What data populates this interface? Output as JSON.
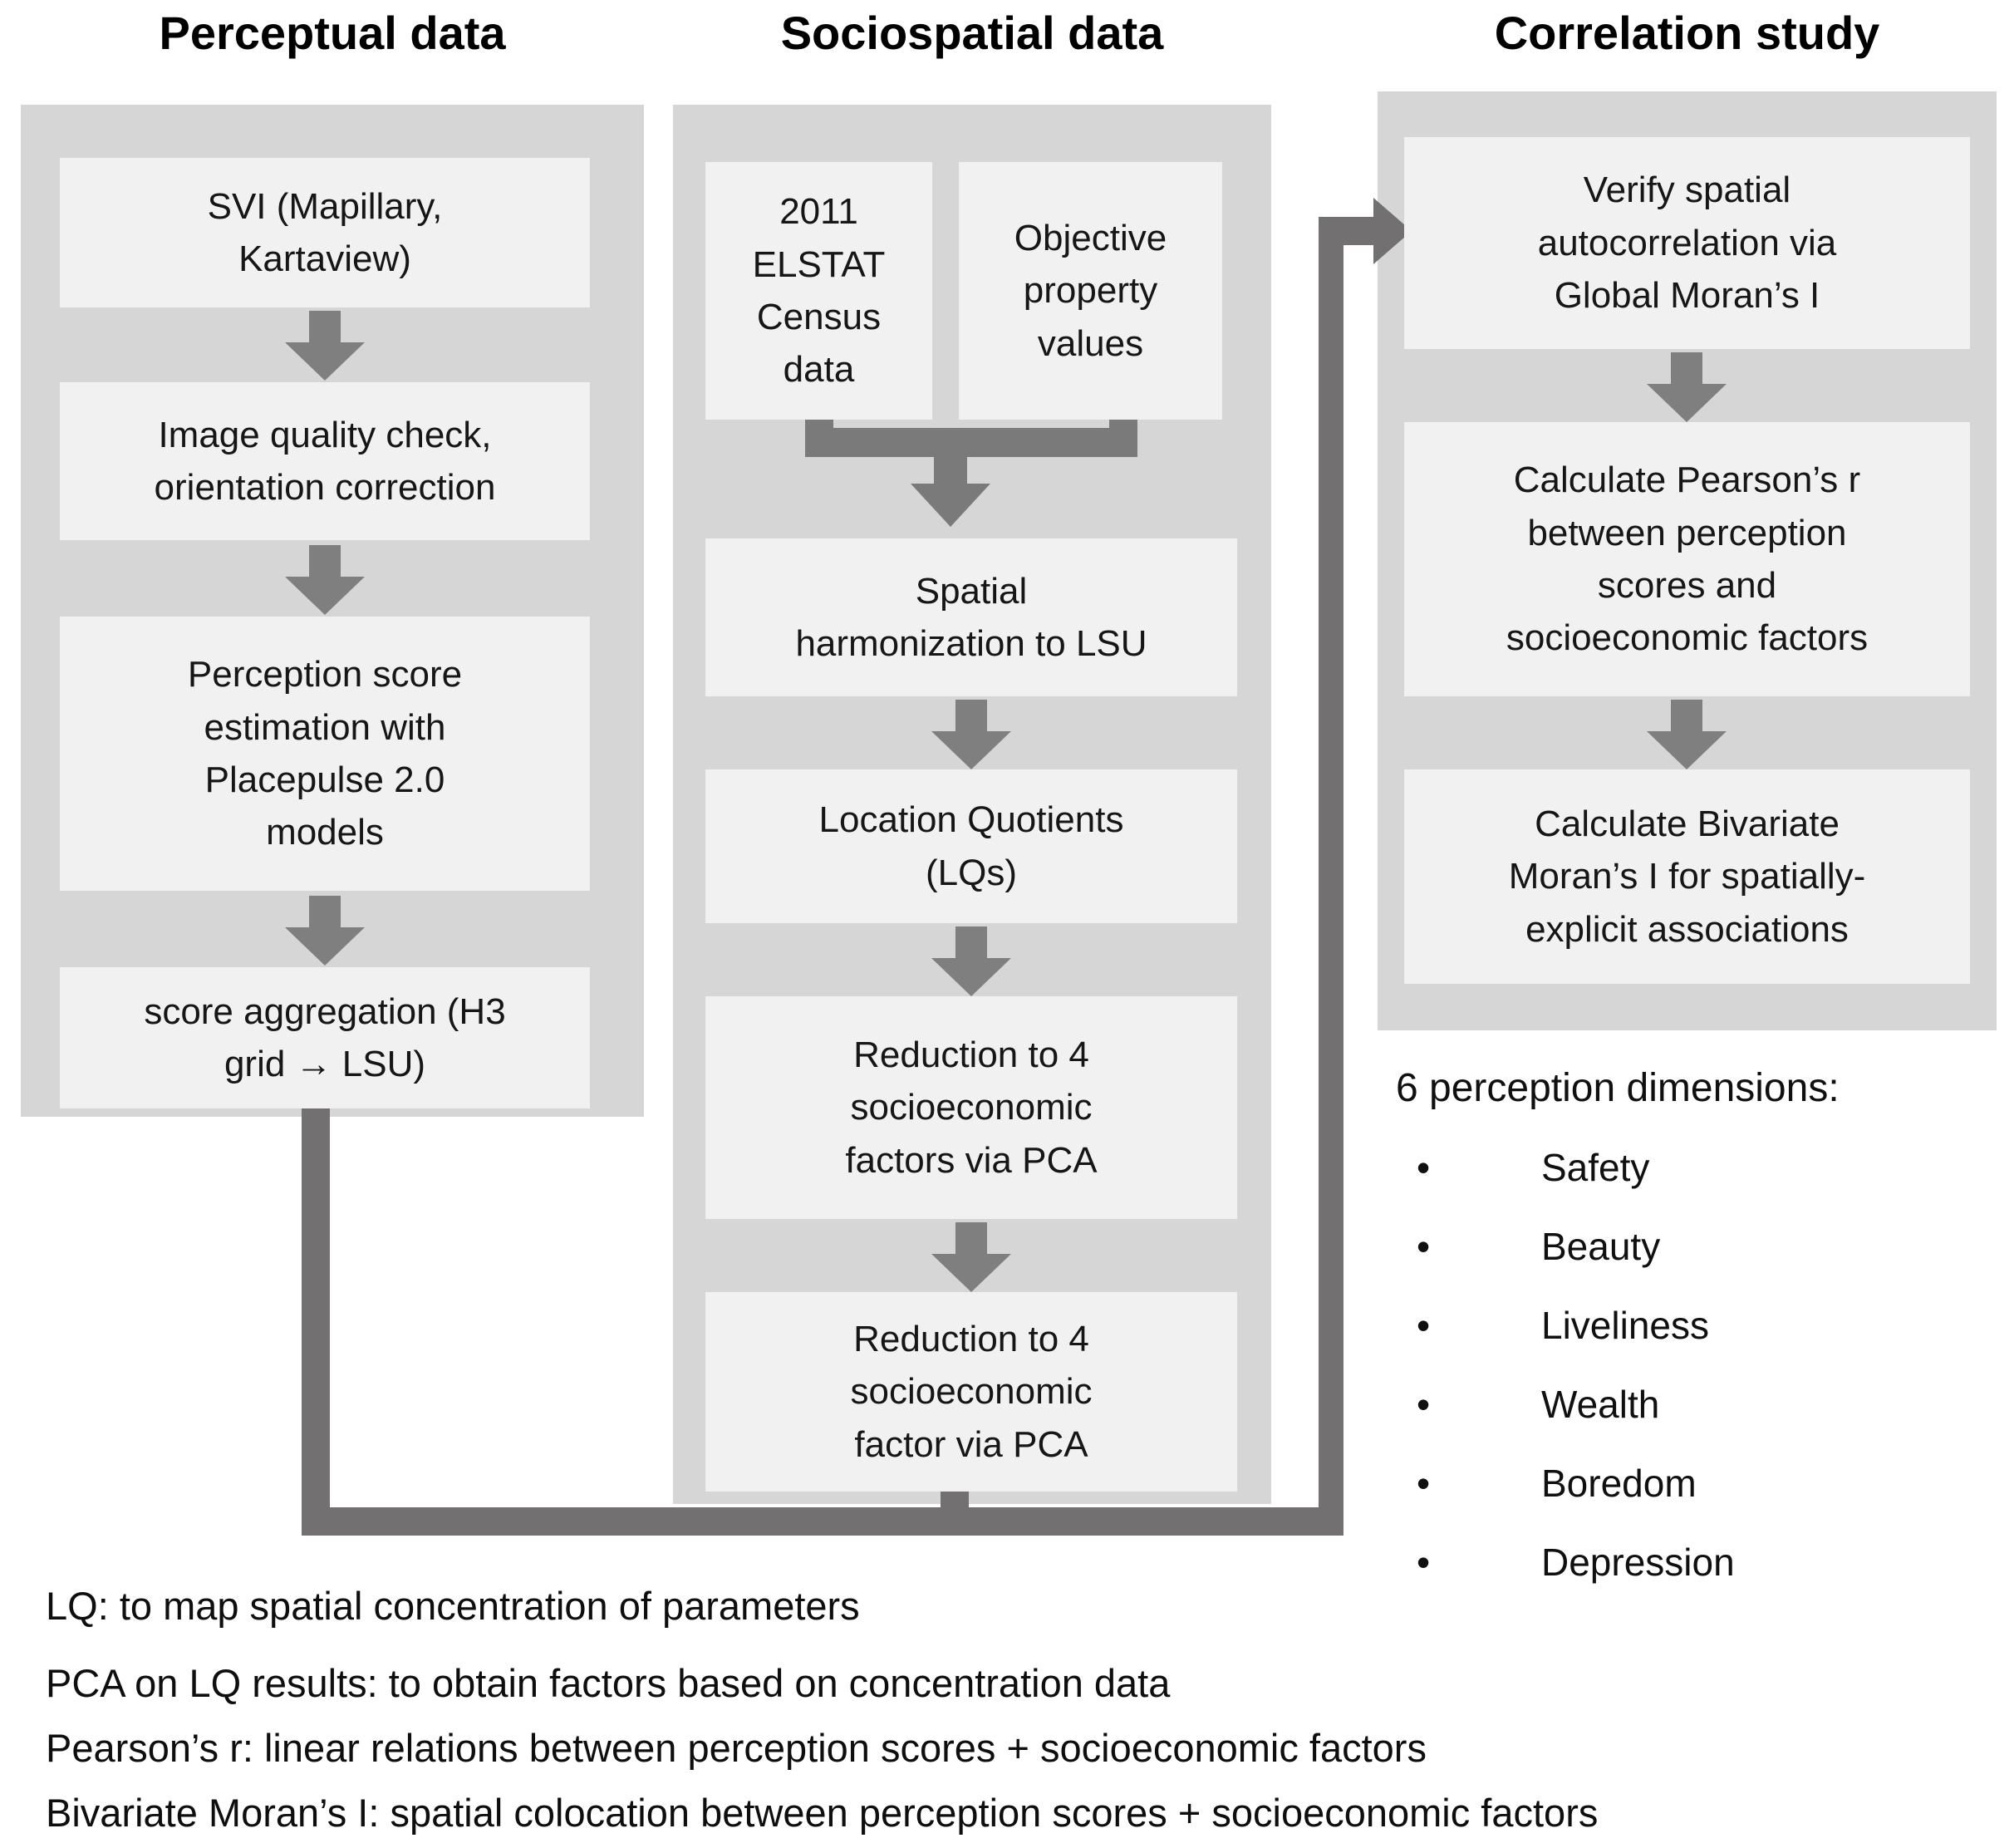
{
  "columns": {
    "perceptual": {
      "title": "Perceptual data",
      "boxes": [
        "SVI (Mapillary,\nKartaview)",
        "Image quality check,\norientation correction",
        "Perception score\nestimation with\nPlacepulse 2.0\nmodels",
        "score aggregation (H3\ngrid → LSU)"
      ]
    },
    "sociospatial": {
      "title": "Sociospatial data",
      "source_boxes": [
        "2011\nELSTAT\nCensus\ndata",
        "Objective\nproperty\nvalues"
      ],
      "boxes": [
        "Spatial\nharmonization to LSU",
        "Location Quotients\n(LQs)",
        "Reduction to 4\nsocioeconomic\nfactors via PCA",
        "Reduction to 4\nsocioeconomic\nfactor via PCA"
      ]
    },
    "correlation": {
      "title": "Correlation study",
      "boxes": [
        "Verify spatial\nautocorrelation via\nGlobal Moran’s I",
        "Calculate Pearson’s r\nbetween perception\nscores and\nsocioeconomic factors",
        "Calculate Bivariate\nMoran’s I  for spatially-\nexplicit associations"
      ]
    }
  },
  "perception_dimensions": {
    "header": "6 perception dimensions:",
    "bullet_char": "•",
    "items": [
      "Safety",
      "Beauty",
      "Liveliness",
      "Wealth",
      "Boredom",
      "Depression"
    ]
  },
  "footnotes": [
    "LQ: to map spatial concentration of parameters",
    "PCA on LQ results: to obtain factors based on concentration data",
    "Pearson’s r: linear relations between perception scores + socioeconomic factors",
    "Bivariate Moran’s I:  spatial colocation between perception scores + socioeconomic factors"
  ],
  "colors": {
    "panel_gray": "#d6d6d6",
    "box_gray": "#f1f1f1",
    "arrow_gray": "#7f7f7f",
    "connector_gray": "#727070",
    "text_black": "#121212"
  }
}
